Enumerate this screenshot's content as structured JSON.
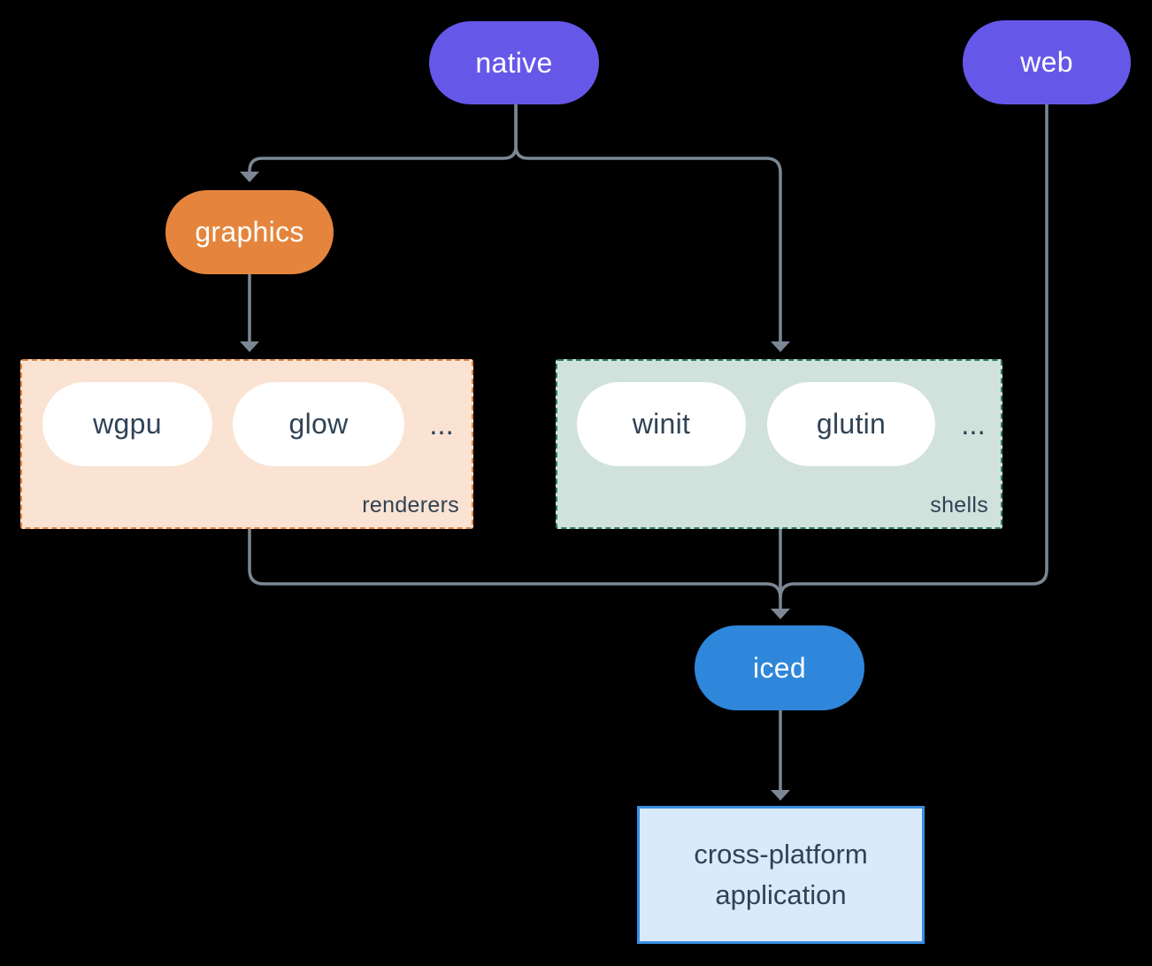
{
  "nodes": {
    "native": {
      "label": "native"
    },
    "web": {
      "label": "web"
    },
    "graphics": {
      "label": "graphics"
    },
    "iced": {
      "label": "iced"
    },
    "application": {
      "label": "cross-platform application"
    }
  },
  "groups": {
    "renderers": {
      "label": "renderers",
      "items": [
        "wgpu",
        "glow"
      ],
      "more": "..."
    },
    "shells": {
      "label": "shells",
      "items": [
        "winit",
        "glutin"
      ],
      "more": "..."
    }
  },
  "colors": {
    "background": "#000000",
    "platform": "#6558e9",
    "graphics": "#e5853d",
    "iced": "#2e87da",
    "renderers_bg": "#fae3d2",
    "renderers_border": "#e5853d",
    "shells_bg": "#d1e2dc",
    "shells_border": "#2a7a6c",
    "app_bg": "#d9eafa",
    "app_border": "#3a8ee2",
    "pill_bg": "#ffffff",
    "text_dark": "#2f4356",
    "text_light": "#ffffff",
    "line": "#7b8794"
  }
}
